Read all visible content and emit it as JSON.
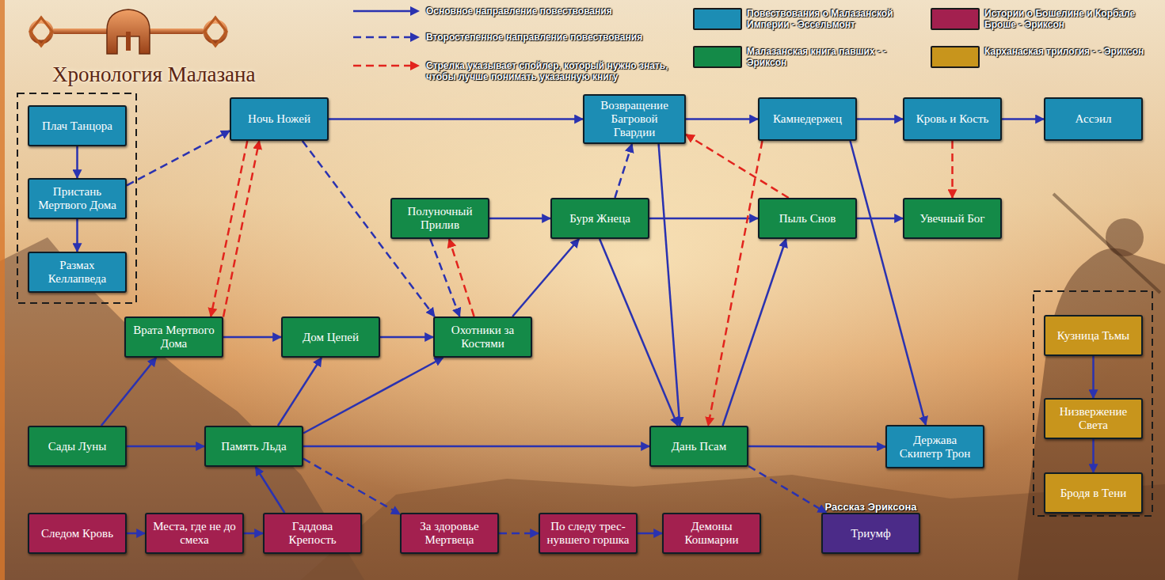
{
  "diagram": {
    "title": "Хронология Малазана",
    "nodes": [
      {
        "text": [
          "Плач Танцора"
        ]
      },
      {
        "text": [
          "Ночь Ножей"
        ]
      },
      {
        "text": [
          "Возвращение Багровой Гвардии"
        ]
      },
      {
        "text": [
          "Камнедержец"
        ]
      },
      {
        "text": [
          "Кровь и Кость"
        ]
      },
      {
        "text": [
          "Ассэил"
        ]
      },
      {
        "text": [
          "Пристань Мертвого Дома"
        ]
      },
      {
        "text": [
          "Полуночный Прилив"
        ]
      },
      {
        "text": [
          "Буря Жнеца"
        ]
      },
      {
        "text": [
          "Пыль Снов"
        ]
      },
      {
        "text": [
          "Увечный Бог"
        ]
      },
      {
        "text": [
          "Размах Келлапведа"
        ]
      },
      {
        "text": [
          "Врата Мертвого Дома"
        ]
      },
      {
        "text": [
          "Дом Цепей"
        ]
      },
      {
        "text": [
          "Охотники за Костями"
        ]
      },
      {
        "text": [
          "Кузница Тьмы"
        ]
      },
      {
        "text": [
          "Низвержение Света"
        ]
      },
      {
        "text": [
          "Сады Луны"
        ]
      },
      {
        "text": [
          "Память Льда"
        ]
      },
      {
        "text": [
          "Дань Псам"
        ]
      },
      {
        "text": [
          "Держава Скипетр Трон"
        ]
      },
      {
        "text": [
          "Бродя в Тени"
        ]
      },
      {
        "text": [
          "Следом Кровь"
        ]
      },
      {
        "text": [
          "Места, где не до смеха"
        ]
      },
      {
        "text": [
          "Гаддова Крепость"
        ]
      },
      {
        "text": [
          "За здоровье Мертвеца"
        ]
      },
      {
        "text": [
          "По следу трес- нувшего горшка"
        ]
      },
      {
        "text": [
          "Демоны Кошмарии"
        ]
      },
      {
        "text": [
          "Рассказ Эриксона",
          "Триумф"
        ]
      }
    ],
    "edges": [
      {
        "from": 0,
        "to": 6,
        "arrow": "to"
      },
      {
        "from": 6,
        "to": 11,
        "arrow": "to"
      },
      {
        "from": 6,
        "to": 1,
        "arrow": "to"
      },
      {
        "from": 1,
        "to": 2,
        "arrow": "to"
      },
      {
        "from": 2,
        "to": 3,
        "arrow": "to"
      },
      {
        "from": 3,
        "to": 4,
        "arrow": "to"
      },
      {
        "from": 4,
        "to": 5,
        "arrow": "to"
      },
      {
        "from": 1,
        "to": 14,
        "arrow": "to"
      },
      {
        "from": 1,
        "to": 12,
        "arrow": "to"
      },
      {
        "from": 12,
        "to": 1,
        "arrow": "to"
      },
      {
        "from": 7,
        "to": 8,
        "arrow": "to"
      },
      {
        "from": 7,
        "to": 14,
        "arrow": "to"
      },
      {
        "from": 14,
        "to": 7,
        "arrow": "to"
      },
      {
        "from": 8,
        "to": 9,
        "arrow": "to"
      },
      {
        "from": 9,
        "to": 10,
        "arrow": "to"
      },
      {
        "from": 8,
        "to": 2,
        "arrow": "to"
      },
      {
        "from": 9,
        "to": 2,
        "arrow": "to"
      },
      {
        "from": 4,
        "to": 10,
        "arrow": "to"
      },
      {
        "from": 12,
        "to": 13,
        "arrow": "to"
      },
      {
        "from": 13,
        "to": 14,
        "arrow": "to"
      },
      {
        "from": 14,
        "to": 8,
        "arrow": "to"
      },
      {
        "from": 17,
        "to": 12,
        "arrow": "to"
      },
      {
        "from": 17,
        "to": 18,
        "arrow": "to"
      },
      {
        "from": 18,
        "to": 13,
        "arrow": "to"
      },
      {
        "from": 18,
        "to": 14,
        "arrow": "to"
      },
      {
        "from": 18,
        "to": 19,
        "arrow": "to"
      },
      {
        "from": 8,
        "to": 19,
        "arrow": "to"
      },
      {
        "from": 2,
        "to": 19,
        "arrow": "to"
      },
      {
        "from": 3,
        "to": 19,
        "arrow": "to"
      },
      {
        "from": 19,
        "to": 9,
        "arrow": "to"
      },
      {
        "from": 19,
        "to": 20,
        "arrow": "to"
      },
      {
        "from": 3,
        "to": 20,
        "arrow": "to"
      },
      {
        "from": 15,
        "to": 16,
        "arrow": "to"
      },
      {
        "from": 16,
        "to": 21,
        "arrow": "to"
      },
      {
        "from": 22,
        "to": 23,
        "arrow": "to"
      },
      {
        "from": 23,
        "to": 24,
        "arrow": "to"
      },
      {
        "from": 24,
        "to": 18,
        "arrow": "to"
      },
      {
        "from": 18,
        "to": 25,
        "arrow": "to"
      },
      {
        "from": 25,
        "to": 26,
        "arrow": "to"
      },
      {
        "from": 26,
        "to": 27,
        "arrow": "to"
      },
      {
        "from": 19,
        "to": 28,
        "arrow": "to"
      }
    ],
    "legend": [
      {
        "text": "Основное направление повествования"
      },
      {
        "text": "Второстепенное направление повествования"
      },
      {
        "text": "Стрелка указывает спойлер, который нужно знать, чтобы лучше понимать указанную книгу"
      },
      {
        "text": "Повествования о Малазанской Империи - Эссельмонт",
        "color": "#1c8db4"
      },
      {
        "text": "Малазанская книга павших - - Эриксон",
        "color": "#148a48"
      },
      {
        "text": "Истории о Бошелине и Корбале Броше - Эриксон",
        "color": "#a3204f"
      },
      {
        "text": "Карханаская трилогия - - Эриксон",
        "color": "#c8951c"
      }
    ]
  }
}
